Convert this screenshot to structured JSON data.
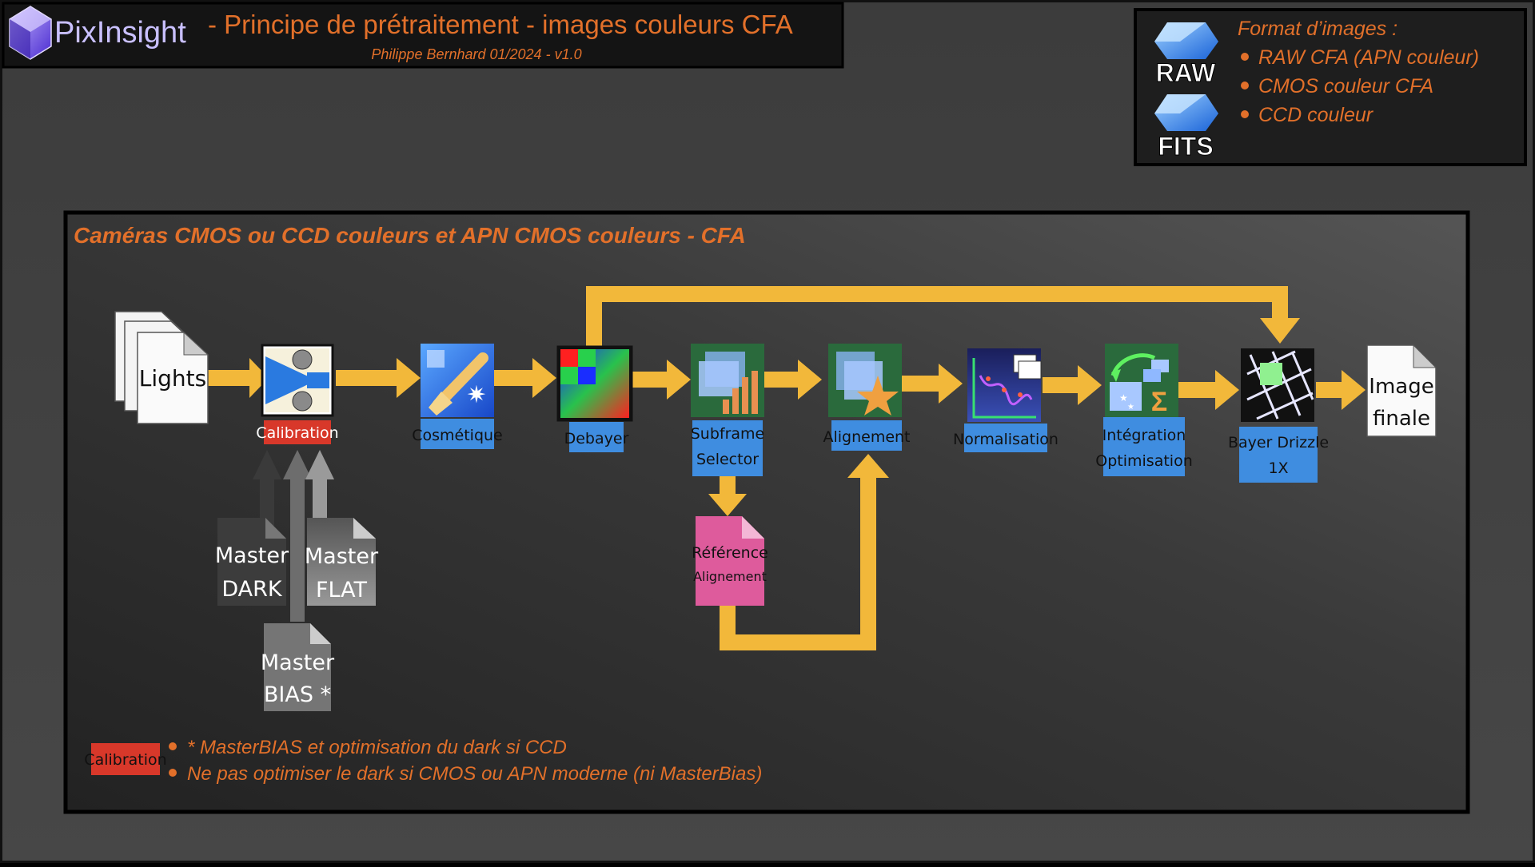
{
  "header": {
    "logo_text": "PixInsight",
    "title": "- Principe de prétraitement - images couleurs CFA",
    "subtitle": "Philippe Bernhard 01/2024 - v1.0"
  },
  "formats": {
    "heading": "Format d’images :",
    "items": [
      "RAW CFA (APN couleur)",
      "CMOS couleur CFA",
      "CCD couleur"
    ],
    "badge_raw": "RAW",
    "badge_fits": "FITS"
  },
  "panel": {
    "title": "Caméras CMOS ou CCD couleurs et APN CMOS couleurs - CFA"
  },
  "nodes": {
    "lights": "Lights",
    "calibration": "Calibration",
    "cosmetique": "Cosmétique",
    "debayer": "Debayer",
    "subframe_1": "Subframe",
    "subframe_2": "Selector",
    "reference_1": "Référence",
    "reference_2": "Alignement",
    "alignement": "Alignement",
    "normalisation": "Normalisation",
    "integration_1": "Intégration",
    "integration_2": "Optimisation",
    "drizzle_1": "Bayer Drizzle",
    "drizzle_2": "1X",
    "final_1": "Image",
    "final_2": "finale",
    "dark_1": "Master",
    "dark_2": "DARK",
    "flat_1": "Master",
    "flat_2": "FLAT",
    "bias_1": "Master",
    "bias_2": "BIAS *"
  },
  "notes": {
    "badge": "Calibration",
    "items": [
      "* MasterBIAS et optimisation du dark si CCD",
      "Ne pas optimiser le dark si CMOS ou APN moderne (ni MasterBias)"
    ]
  },
  "colors": {
    "arrow": "#F2B83A",
    "accent_text": "#E2702A",
    "label_blue": "#3F8DE0",
    "calib_red": "#D8382A",
    "reference_pink": "#DE5B9C"
  }
}
